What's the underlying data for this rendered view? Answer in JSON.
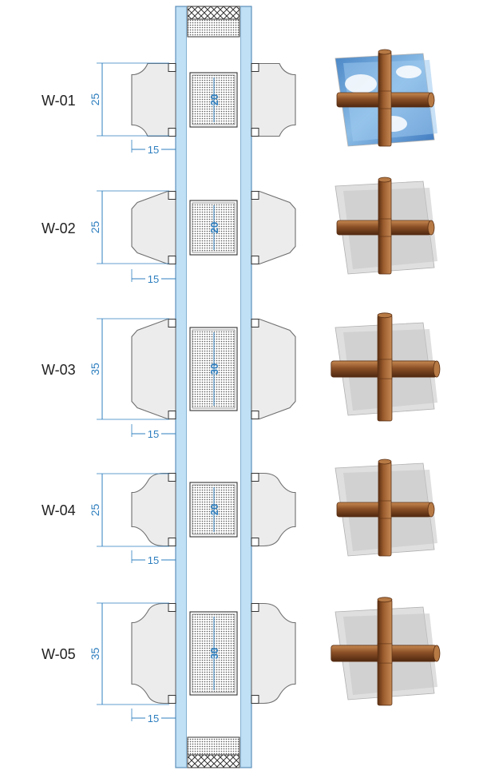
{
  "colors": {
    "glass": "#bfe0f5",
    "glass_edge": "#5d8fb9",
    "dimension": "#2f7fbf",
    "profile_fill": "#ececec",
    "profile_stroke": "#6f6f6f",
    "wood": "#8a4f26",
    "wood_light": "#b77a45",
    "wood_dark": "#5a2f13",
    "pane": "#cdcdcd",
    "sky": "#6ea7db"
  },
  "profiles": [
    {
      "code": "W-01",
      "height": "25",
      "depth": "15",
      "spacer": "20",
      "shape": "cove",
      "sky": true
    },
    {
      "code": "W-02",
      "height": "25",
      "depth": "15",
      "spacer": "20",
      "shape": "bevel",
      "sky": false
    },
    {
      "code": "W-03",
      "height": "35",
      "depth": "15",
      "spacer": "30",
      "shape": "bevel",
      "sky": false
    },
    {
      "code": "W-04",
      "height": "25",
      "depth": "15",
      "spacer": "20",
      "shape": "ogee",
      "sky": false
    },
    {
      "code": "W-05",
      "height": "35",
      "depth": "15",
      "spacer": "30",
      "shape": "ogee",
      "sky": false
    }
  ]
}
